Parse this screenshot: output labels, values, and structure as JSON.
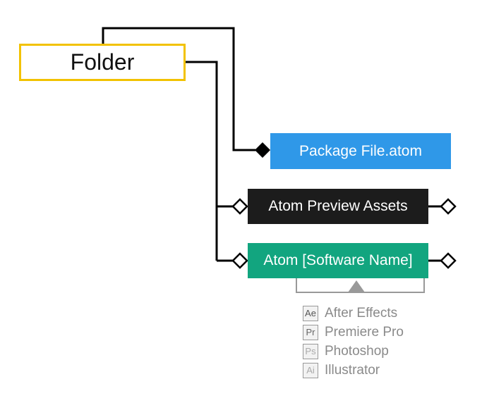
{
  "nodes": {
    "folder": "Folder",
    "package": "Package File.atom",
    "preview": "Atom Preview Assets",
    "atom_software": "Atom [Software Name]"
  },
  "software": [
    {
      "abbr": "Ae",
      "name": "After Effects"
    },
    {
      "abbr": "Pr",
      "name": "Premiere Pro"
    },
    {
      "abbr": "Ps",
      "name": "Photoshop"
    },
    {
      "abbr": "Ai",
      "name": "Illustrator"
    }
  ],
  "colors": {
    "folder_border": "#f2c200",
    "package_fill": "#2f98e8",
    "preview_fill": "#1c1c1c",
    "atom_software_fill": "#12a57f",
    "connector": "#000000",
    "bracket": "#999999",
    "software_text": "#8a8a8a",
    "badge_text": [
      "#555555",
      "#666666",
      "#aaaaaa",
      "#aaaaaa"
    ]
  }
}
